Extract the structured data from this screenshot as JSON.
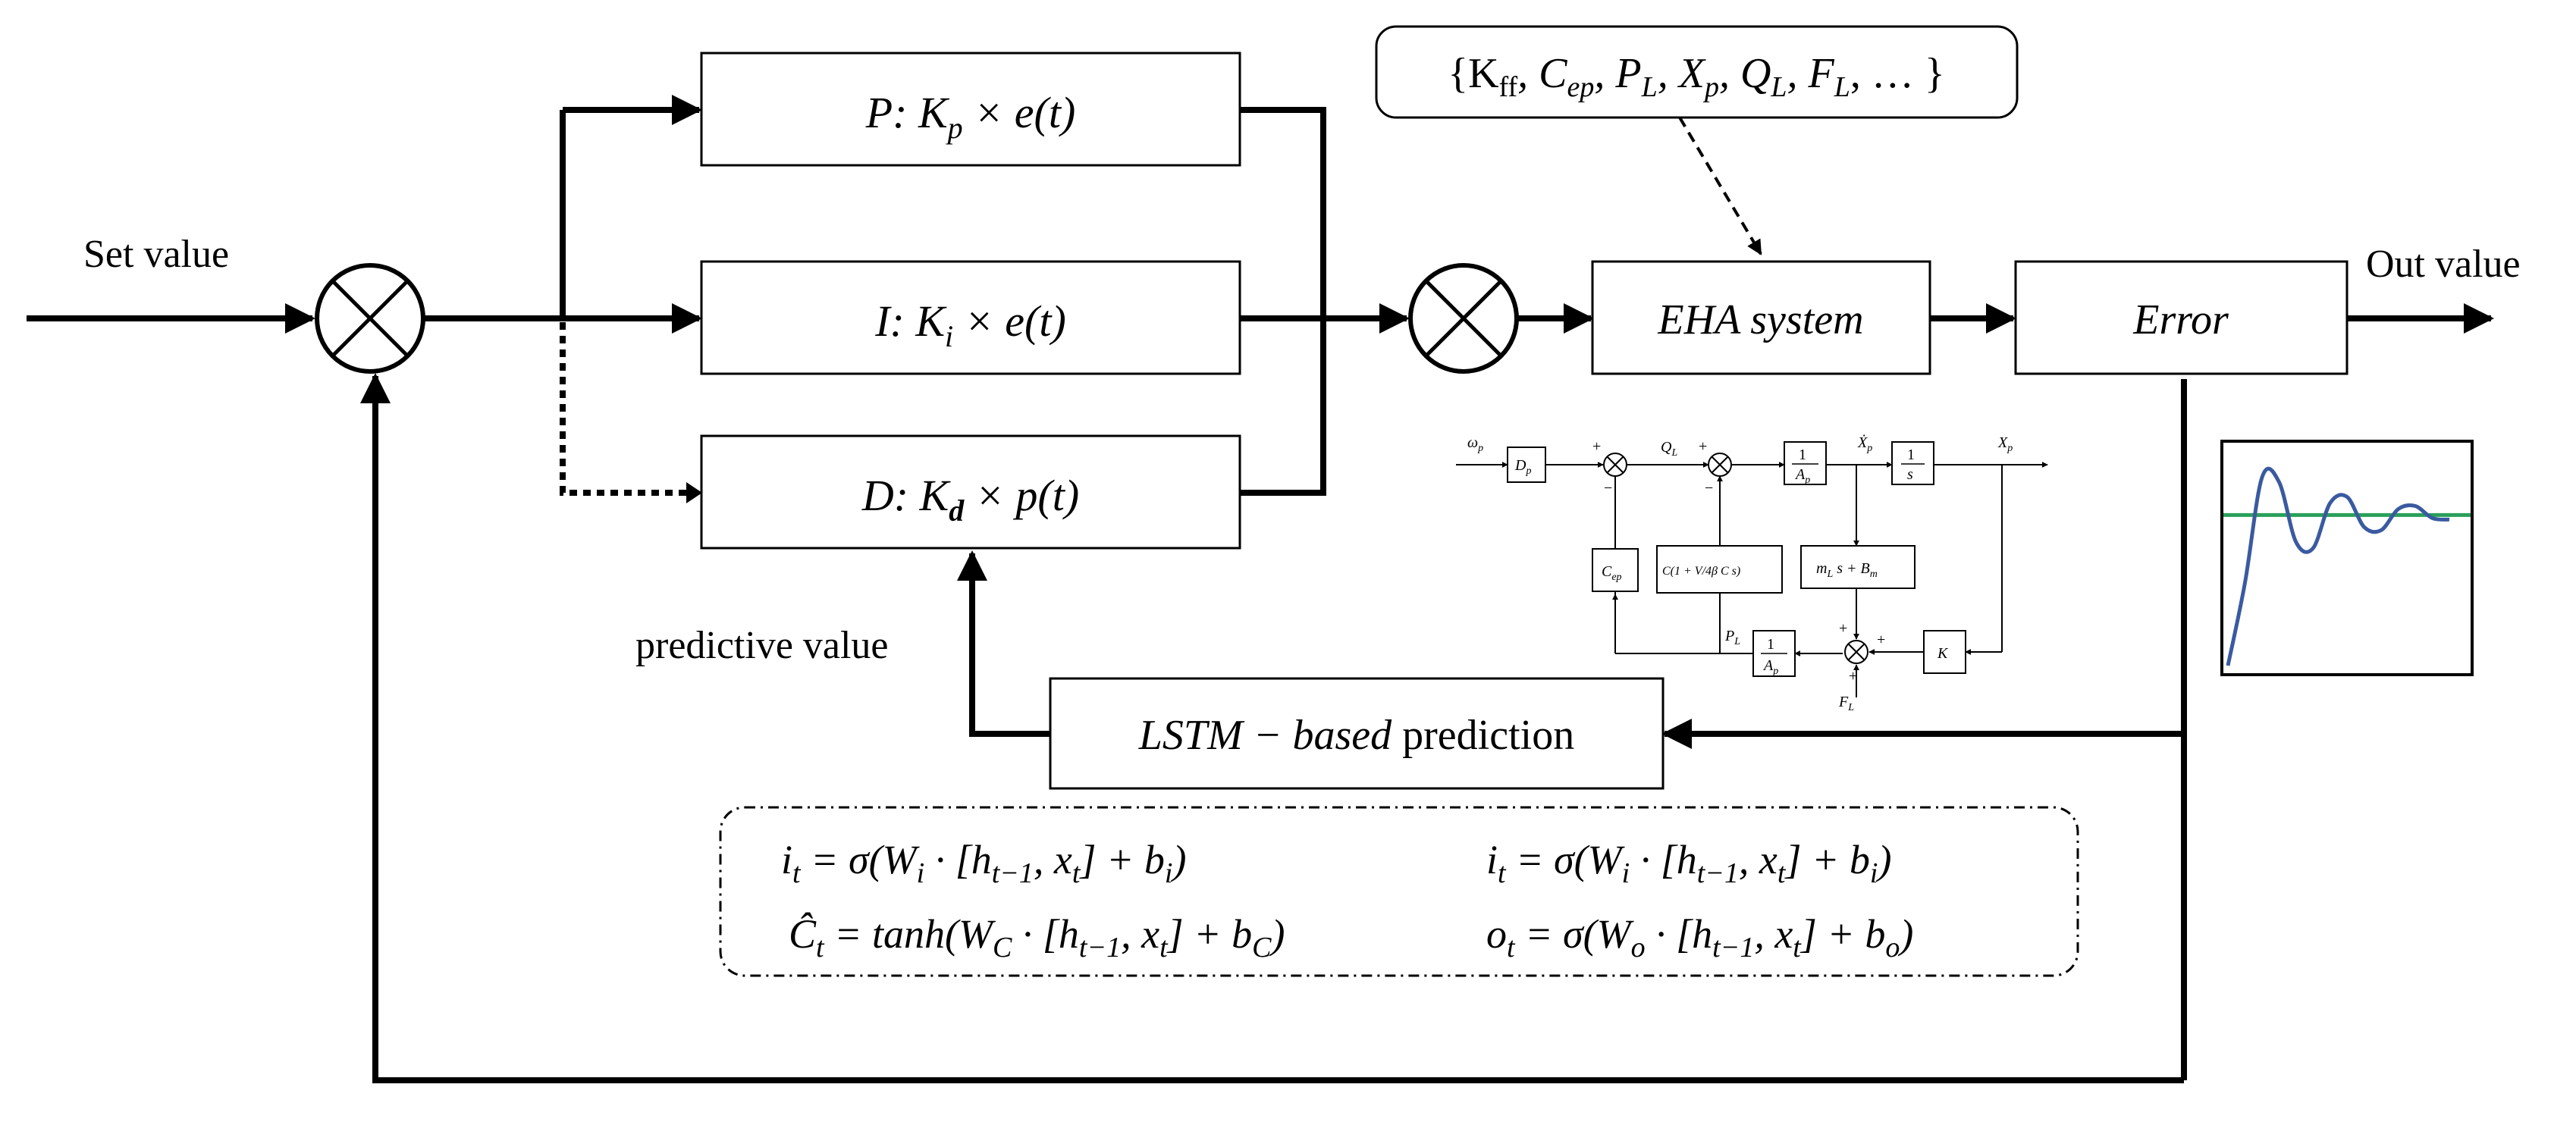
{
  "labels": {
    "set_value": "Set value",
    "out_value": "Out value",
    "predictive_value": "predictive value"
  },
  "blocks": {
    "p_block": "P:  K",
    "p_sub": "p",
    "p_rest": " × e(t)",
    "i_block": "I: K",
    "i_sub": "i",
    "i_rest": " × e(t)",
    "d_block": "D: K",
    "d_sub": "d",
    "d_rest": " × p(t)",
    "eha": "EHA system",
    "error": "Error",
    "lstm_math": "LSTM − based",
    "lstm_text": " prediction"
  },
  "params_box": {
    "open": "{K",
    "ff": "ff",
    "c": ", C",
    "ep": "ep",
    "pl": ", P",
    "pl_sub": "L",
    "xp": ", X",
    "xp_sub": "p",
    "ql": ", Q",
    "ql_sub": "L",
    "fl": ", F",
    "fl_sub": "L",
    "close": ", … }"
  },
  "equations": {
    "eq1": "i",
    "eq1_sub": "t",
    "eq1_rest": " = σ(W",
    "eq1_w": "i",
    "eq1_tail": " · [h",
    "eq1_h": "t−1",
    "eq1_x": ", x",
    "eq1_xs": "t",
    "eq1_b": "] + b",
    "eq1_bs": "i",
    "eq1_end": ")",
    "eq2": "i",
    "eq2_sub": "t",
    "eq2_rest": " = σ(W",
    "eq2_w": "i",
    "eq2_tail": " · [h",
    "eq2_h": "t−1",
    "eq2_x": ", x",
    "eq2_xs": "t",
    "eq2_b": "] + b",
    "eq2_bs": "i",
    "eq2_end": ")",
    "eq3": "Ĉ",
    "eq3_sub": "t",
    "eq3_rest": " = tanh(W",
    "eq3_w": "C",
    "eq3_tail": " · [h",
    "eq3_h": "t−1",
    "eq3_x": ", x",
    "eq3_xs": "t",
    "eq3_b": "] + b",
    "eq3_bs": "C",
    "eq3_end": ")",
    "eq4": "o",
    "eq4_sub": "t",
    "eq4_rest": " = σ(W",
    "eq4_w": "o",
    "eq4_tail": " · [h",
    "eq4_h": "t−1",
    "eq4_x": ", x",
    "eq4_xs": "t",
    "eq4_b": "] + b",
    "eq4_bs": "o",
    "eq4_end": ")"
  },
  "eha_detail": {
    "in_w": "ω",
    "in_w_sub": "p",
    "dp": "D",
    "dp_sub": "p",
    "ql": "Q",
    "ql_sub": "L",
    "one_over_ap": "1",
    "ap": "A",
    "ap_sub": "p",
    "xp_dot": "Ẋ",
    "xp_dot_sub": "p",
    "one_over_s": "1",
    "s": "s",
    "xp": "X",
    "xp_sub": "p",
    "cep": "C",
    "cep_sub": "ep",
    "compress": "C",
    "compress_rest": "(1 + V/4β C s)",
    "mass": "m",
    "mass_sub": "L",
    "mass_rest": " s + B",
    "mass_b_sub": "m",
    "pl": "P",
    "pl_sub": "L",
    "fl": "F",
    "fl_sub": "L",
    "k": "K",
    "plus": "+",
    "minus": "−"
  },
  "response_chart": {
    "type": "line",
    "series": [
      {
        "color": "#3a5aa0",
        "values": [
          0.0,
          0.55,
          1.25,
          1.22,
          0.82,
          0.78,
          1.08,
          1.12,
          0.92,
          0.9,
          1.04,
          1.06,
          0.98,
          0.97
        ]
      }
    ],
    "setpoint": 1.0,
    "setpoint_color": "#2aa05a"
  }
}
